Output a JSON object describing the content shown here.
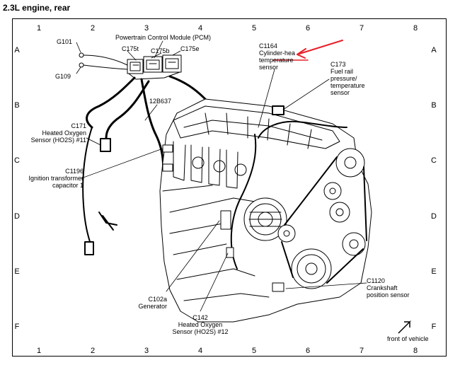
{
  "title": "2.3L engine, rear",
  "grid": {
    "columns": [
      "1",
      "2",
      "3",
      "4",
      "5",
      "6",
      "7",
      "8"
    ],
    "rows": [
      "A",
      "B",
      "C",
      "D",
      "E",
      "F"
    ]
  },
  "callouts": {
    "pcm": [
      "Powertrain Control Module (PCM)"
    ],
    "g101": [
      "G101"
    ],
    "g109": [
      "G109"
    ],
    "c175t": [
      "C175t"
    ],
    "c175b": [
      "C175b"
    ],
    "c175e": [
      "C175e"
    ],
    "c1164": [
      "C1164",
      "Cylinder-hea",
      "temperature",
      "sensor"
    ],
    "c173": [
      "C173",
      "Fuel rail",
      "pressure/",
      "temperature",
      "sensor"
    ],
    "b637": [
      "12B637"
    ],
    "c171": [
      "C171",
      "Heated Oxygen",
      "Sensor (HO2S) #11"
    ],
    "c1196": [
      "C1196",
      "Ignition transformer",
      "capacitor 1"
    ],
    "c102a": [
      "C102a",
      "Generator"
    ],
    "c142": [
      "C142",
      "Heated Oxygen",
      "Sensor (HO2S) #12"
    ],
    "c1120": [
      "C1120",
      "Crankshaft",
      "position sensor"
    ]
  },
  "orientation": {
    "label": "front of vehicle"
  },
  "colors": {
    "line": "#000000",
    "annotation_arrow": "#e8202a",
    "background": "#ffffff"
  }
}
